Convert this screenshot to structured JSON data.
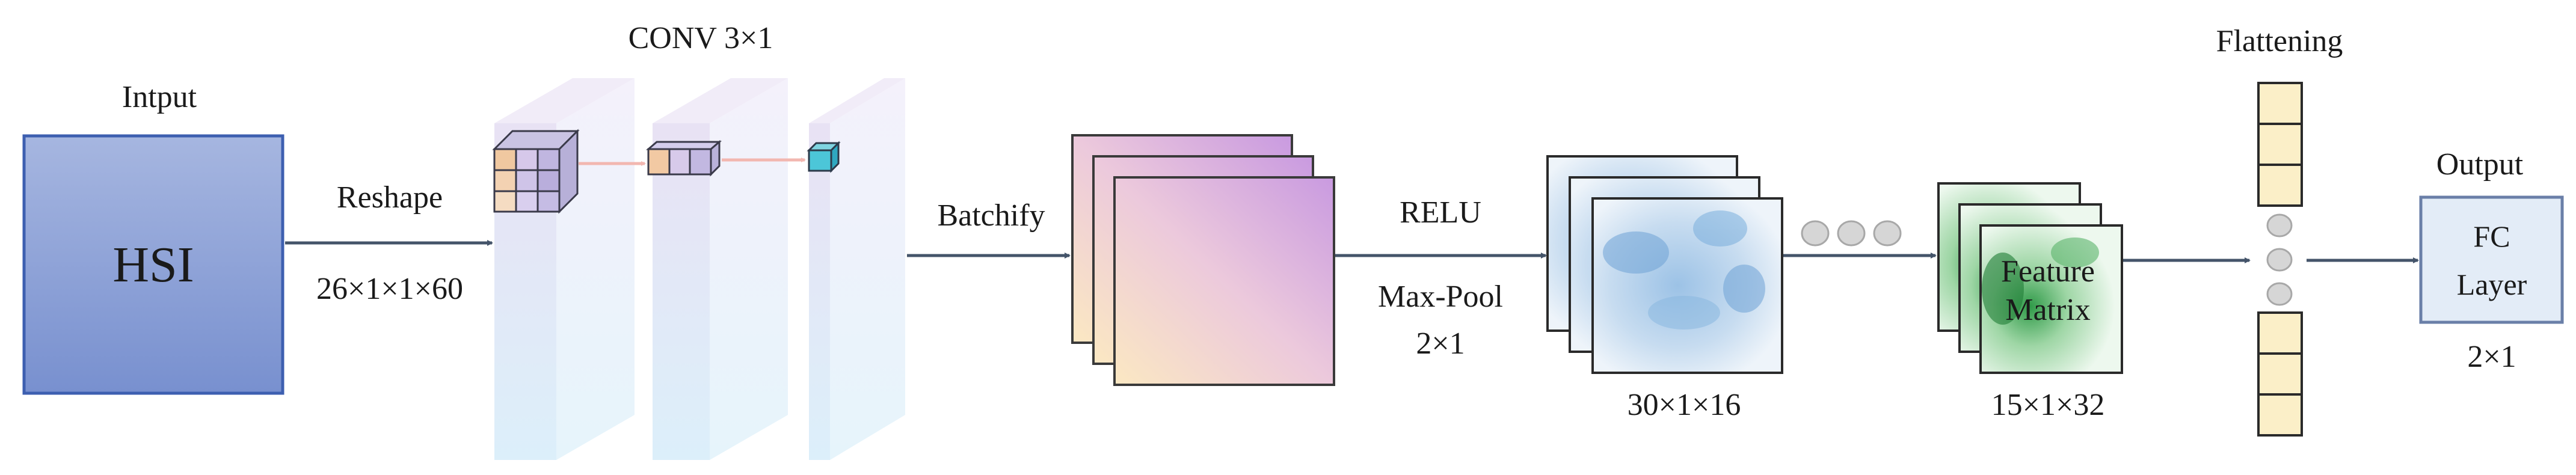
{
  "input": {
    "title": "Intput",
    "box_label": "HSI"
  },
  "reshape": {
    "label": "Reshape",
    "dims": "26×1×1×60"
  },
  "conv": {
    "label": "CONV 3×1"
  },
  "batchify": {
    "label": "Batchify"
  },
  "activation": {
    "relu": "RELU",
    "pool": "Max-Pool",
    "pool_size": "2×1"
  },
  "feature_maps_1": {
    "dims": "30×1×16"
  },
  "feature_maps_2": {
    "label_line1": "Feature",
    "label_line2": "Matrix",
    "dims": "15×1×32"
  },
  "flatten": {
    "label": "Flattening"
  },
  "output": {
    "title": "Output",
    "line1": "FC",
    "line2": "Layer",
    "dims": "2×1"
  },
  "colors": {
    "input_fill": "#8fa3d6",
    "input_border": "#3d5fb0",
    "arrow": "#44546a",
    "flatten_cell": "#fbefc8",
    "fc_fill": "#e3ecf7"
  }
}
